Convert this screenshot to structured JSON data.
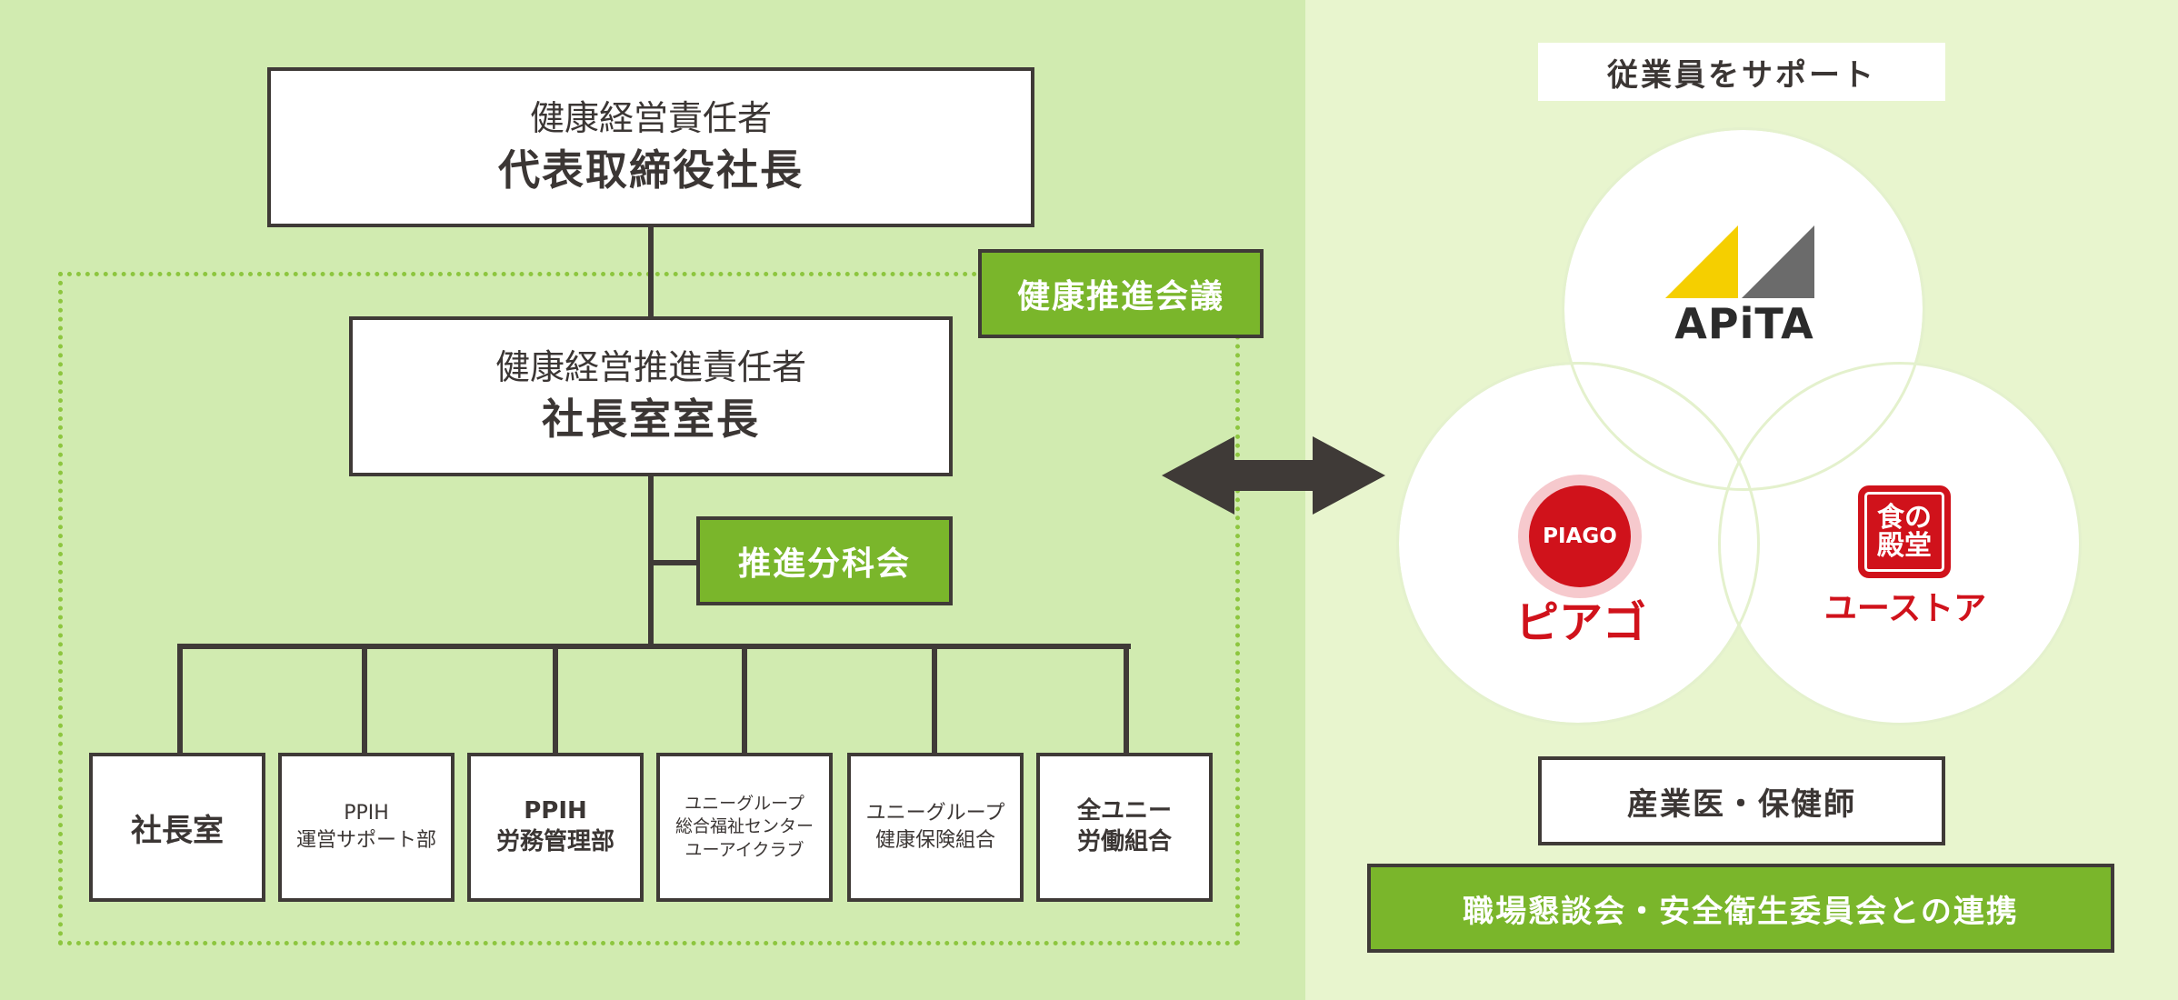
{
  "chair": {
    "role": "健康経営責任者",
    "title": "代表取締役社長"
  },
  "promotion_lead": {
    "role": "健康経営推進責任者",
    "title": "社長室室長"
  },
  "health_council": "健康推進会議",
  "subcommittee": "推進分科会",
  "departments": [
    {
      "lines": [
        "社長室"
      ]
    },
    {
      "lines": [
        "PPIH",
        "運営サポート部"
      ]
    },
    {
      "lines": [
        "PPIH",
        "労務管理部"
      ]
    },
    {
      "lines": [
        "ユニーグループ",
        "総合福祉センター",
        "ユーアイクラブ"
      ]
    },
    {
      "lines": [
        "ユニーグループ",
        "健康保険組合"
      ]
    },
    {
      "lines": [
        "全ユニー",
        "労働組合"
      ]
    }
  ],
  "support_label": "従業員をサポート",
  "brands": {
    "apita": {
      "name": "APiTA"
    },
    "piago": {
      "badge": "PIAGO",
      "name": "ピアゴ"
    },
    "ustore": {
      "emblem_line1": "食の",
      "emblem_line2": "殿堂",
      "name": "ユーストア"
    }
  },
  "occupational_health": "産業医・保健師",
  "collaboration": "職場懇談会・安全衛生委員会との連携",
  "colors": {
    "left_bg": "#d1ebb0",
    "right_bg": "#e8f5ce",
    "accent_green": "#7ab62b",
    "dark": "#3f3a37",
    "brand_red": "#d0121b",
    "apita_yellow": "#f5cf00",
    "apita_gray": "#6b6b6b"
  },
  "icons": {
    "connector": "double-arrow-icon"
  }
}
